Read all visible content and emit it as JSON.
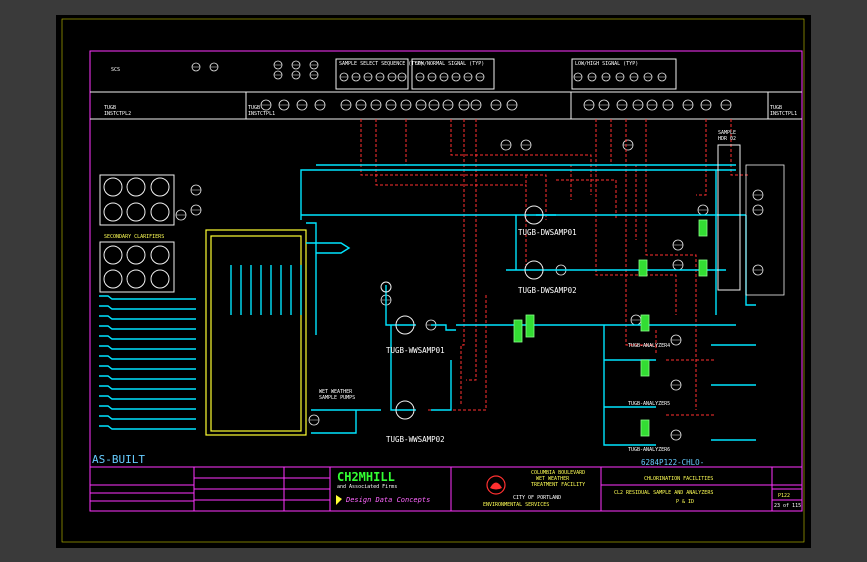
{
  "drawing": {
    "top_left_label": "SCS",
    "left_header": "TUGB\nINSTCTPL2",
    "center_header": "TUGB\nINSTCTPL1",
    "right_header": "TUGB\nINSTCTPL1",
    "group_labels": [
      "SAMPLE SELECT SEQUENCE (TYP)",
      "LOW/NORMAL SIGNAL (TYP)",
      "LOW/HIGH SIGNAL (TYP)"
    ],
    "secondary_clarifiers": "SECONDARY CLARIFIERS",
    "sample_hdr": "SAMPLE\nHDR 02",
    "wet_weather_label": "WET WEATHER\nSAMPLE PUMPS",
    "equipment": [
      {
        "tag": "TUGB-DWSAMP01"
      },
      {
        "tag": "TUGB-DWSAMP02"
      },
      {
        "tag": "TUGB-WWSAMP01"
      },
      {
        "tag": "TUGB-WWSAMP02"
      },
      {
        "tag": "TUGB-ANALYZER4"
      },
      {
        "tag": "TUGB-ANALYZER5"
      },
      {
        "tag": "TUGB-ANALYZER6"
      }
    ],
    "drawing_number": "6284P122-CHLO-",
    "as_built": "AS-BUILT"
  },
  "title_block": {
    "firm_name": "CH2MHILL",
    "firm_sub": "and Associated Firms",
    "design_data": "Design Data Concepts",
    "client_line1": "COLUMBIA BOULEVARD",
    "client_line2": "WET WEATHER",
    "client_line3": "TREATMENT FACILITY",
    "city": "CITY OF PORTLAND",
    "bureau": "ENVIRONMENTAL SERVICES",
    "title_line1": "CHLORINATION FACILITIES",
    "title_line2": "CL2 RESIDUAL SAMPLE AND ANALYZERS",
    "title_line3": "P & ID",
    "sheet_code": "P122",
    "sheet_of": "23 of 115"
  }
}
